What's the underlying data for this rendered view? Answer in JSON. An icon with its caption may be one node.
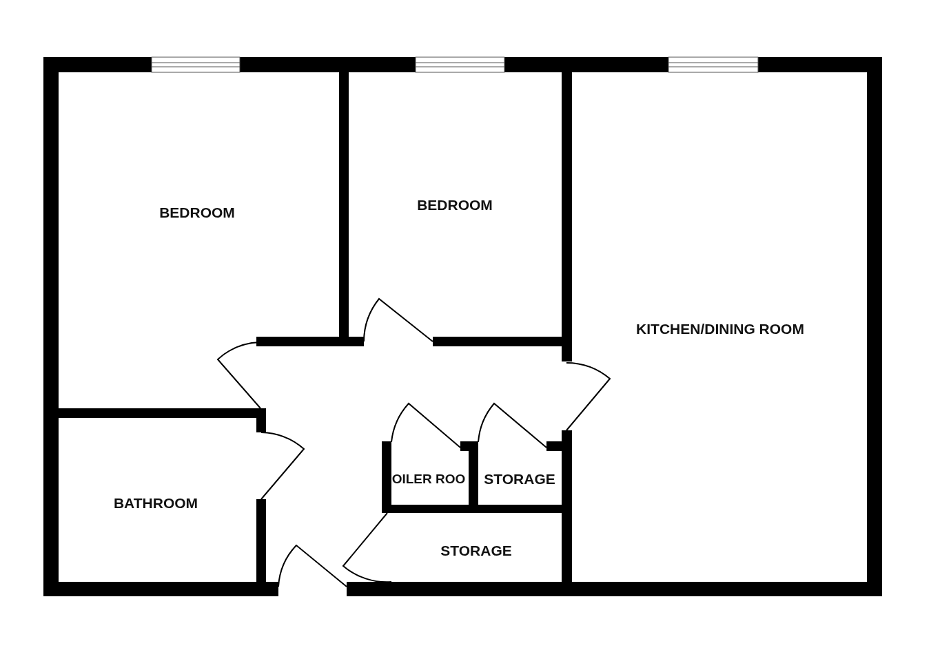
{
  "diagram": {
    "labels": [
      "BEDROOM",
      "BEDROOM",
      "KITCHEN/DINING ROOM",
      "BATHROOM",
      "OILER ROO",
      "STORAGE",
      "STORAGE"
    ]
  }
}
